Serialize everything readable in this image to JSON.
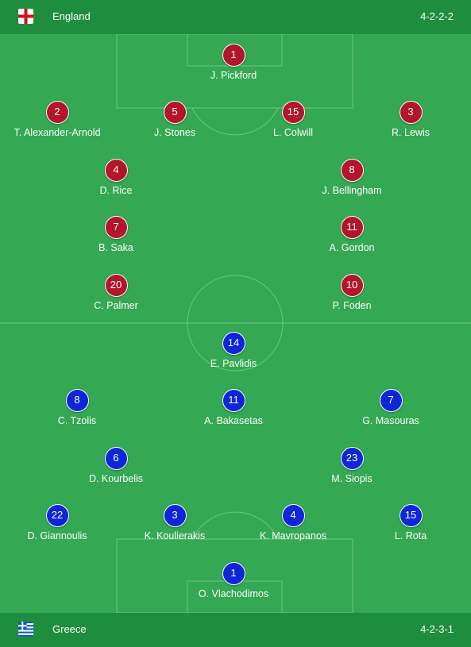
{
  "home": {
    "name": "England",
    "formation": "4-2-2-2",
    "flag_icon": "england-flag",
    "color": "#b3152b",
    "players": [
      {
        "number": "1",
        "name": "J. Pickford"
      },
      {
        "number": "2",
        "name": "T. Alexander-Arnold"
      },
      {
        "number": "5",
        "name": "J. Stones"
      },
      {
        "number": "15",
        "name": "L. Colwill"
      },
      {
        "number": "3",
        "name": "R. Lewis"
      },
      {
        "number": "4",
        "name": "D. Rice"
      },
      {
        "number": "8",
        "name": "J. Bellingham"
      },
      {
        "number": "7",
        "name": "B. Saka"
      },
      {
        "number": "11",
        "name": "A. Gordon"
      },
      {
        "number": "20",
        "name": "C. Palmer"
      },
      {
        "number": "10",
        "name": "P. Foden"
      }
    ]
  },
  "away": {
    "name": "Greece",
    "formation": "4-2-3-1",
    "flag_icon": "greece-flag",
    "color": "#0d26d8",
    "players": [
      {
        "number": "14",
        "name": "E. Pavlidis"
      },
      {
        "number": "8",
        "name": "C. Tzolis"
      },
      {
        "number": "11",
        "name": "A. Bakasetas"
      },
      {
        "number": "7",
        "name": "G. Masouras"
      },
      {
        "number": "6",
        "name": "D. Kourbelis"
      },
      {
        "number": "23",
        "name": "M. Siopis"
      },
      {
        "number": "22",
        "name": "D. Giannoulis"
      },
      {
        "number": "3",
        "name": "K. Koulierakis"
      },
      {
        "number": "4",
        "name": "K. Mavropanos"
      },
      {
        "number": "15",
        "name": "L. Rota"
      },
      {
        "number": "1",
        "name": "O. Vlachodimos"
      }
    ]
  },
  "colors": {
    "pitch": "#34a853",
    "bar": "#1e8e3e",
    "lines": "#6fc48a"
  }
}
